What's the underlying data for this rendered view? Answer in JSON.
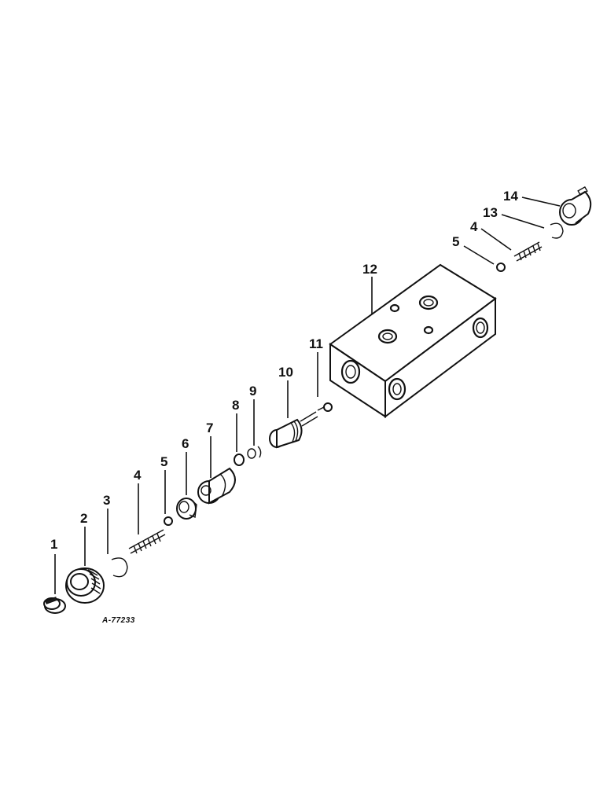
{
  "figure_code": "A-77233",
  "callouts": {
    "c1": "1",
    "c2": "2",
    "c3": "3",
    "c4a": "4",
    "c5a": "5",
    "c6": "6",
    "c7": "7",
    "c8": "8",
    "c9": "9",
    "c10": "10",
    "c11": "11",
    "c12": "12",
    "c5b": "5",
    "c4b": "4",
    "c13": "13",
    "c14": "14"
  },
  "colors": {
    "ink": "#111111",
    "paper": "#ffffff"
  }
}
